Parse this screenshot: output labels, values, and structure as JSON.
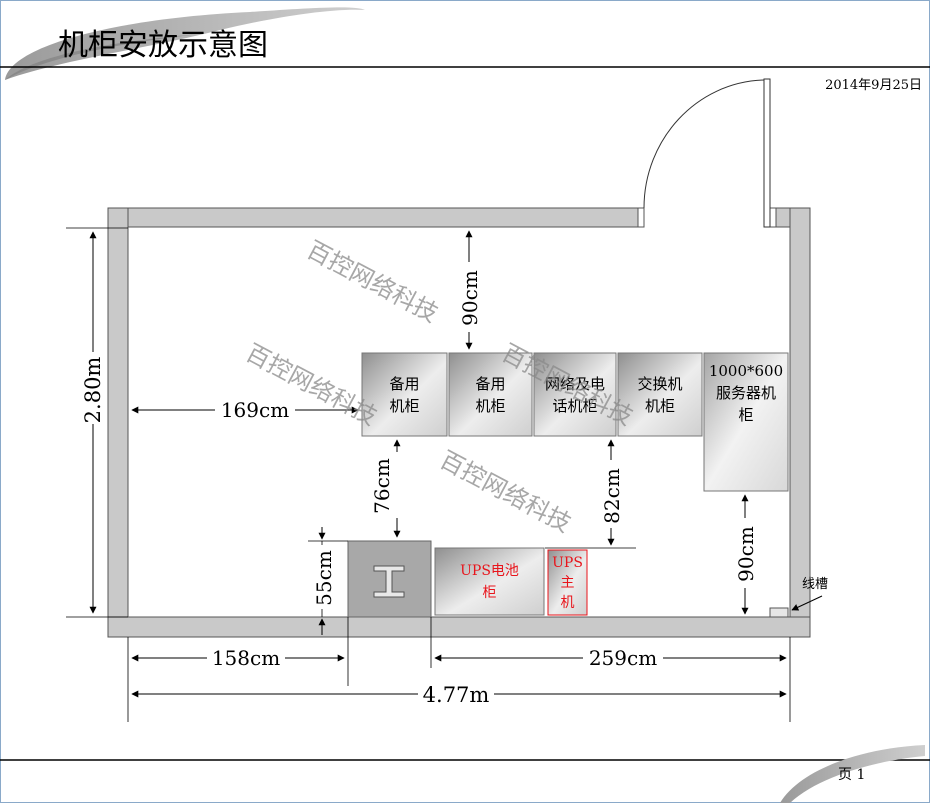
{
  "header": {
    "title": "机柜安放示意图",
    "date": "2014年9月25日"
  },
  "footer": {
    "page": "页 1"
  },
  "cabinets": {
    "spare1": [
      "备用",
      "机柜"
    ],
    "spare2": [
      "备用",
      "机柜"
    ],
    "network": [
      "网络及电",
      "话机柜"
    ],
    "switch": [
      "交换机",
      "机柜"
    ],
    "server": [
      "1000*600",
      "服务器机",
      "柜"
    ],
    "ups_battery": [
      "UPS电池",
      "柜"
    ],
    "ups_host": [
      "UPS",
      "主",
      "机"
    ]
  },
  "labels": {
    "trunking": "线槽"
  },
  "dimensions": {
    "height_total": "2.80m",
    "left_gap": "169cm",
    "top_gap": "90cm",
    "mid_gap_left": "76cm",
    "mid_gap_right": "82cm",
    "right_gap": "90cm",
    "pillar_height": "55cm",
    "bottom_left": "158cm",
    "bottom_right": "259cm",
    "width_total": "4.77m"
  },
  "watermark": "百控网络科技",
  "colors": {
    "wall": "#c9c9c9",
    "wall_stroke": "#555555",
    "accent_red": "#e8141b"
  }
}
